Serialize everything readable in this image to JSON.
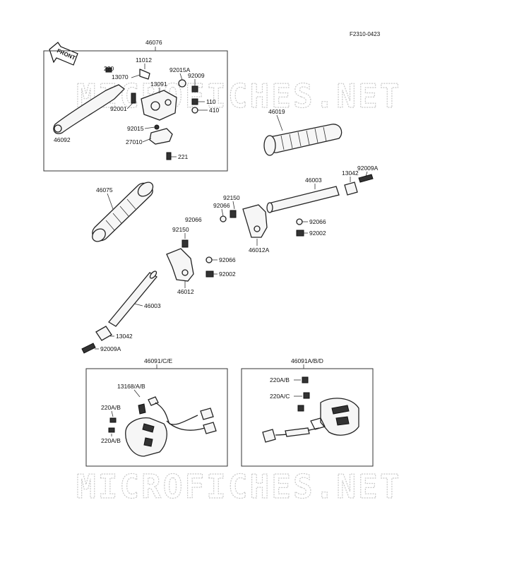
{
  "diagram": {
    "figure_code": "F2310-0423",
    "direction_label": "FRONT",
    "watermark_text": "MICROFICHES.NET",
    "part_labels": {
      "lever_assy": "46076",
      "p11012": "11012",
      "p220": "220",
      "p13070": "13070",
      "p92015A": "92015A",
      "p92009": "92009",
      "p13091": "13091",
      "p110": "110",
      "p410": "410",
      "p92001": "92001",
      "p92015": "92015",
      "p27010": "27010",
      "p221": "221",
      "p46092": "46092",
      "grip_right": "46019",
      "p13042_top": "13042",
      "p92009A_top": "92009A",
      "p46003_top": "46003",
      "p92150_top": "92150",
      "p92066_top": "92066",
      "p92066_topright": "92066",
      "p92002_top": "92002",
      "p46012A": "46012A",
      "grip_left": "46075",
      "p92066_mid": "92066",
      "p92150_mid": "92150",
      "p92066_midright": "92066",
      "p92002_mid": "92002",
      "p46012": "46012",
      "p46003_bottom": "46003",
      "p13042_bottom": "13042",
      "p92009A_bottom": "92009A",
      "switch_left": "46091/C/E",
      "p13168": "13168/A/B",
      "p220AB_left": "220A/B",
      "p220AB_left2": "220A/B",
      "switch_right": "46091A/B/D",
      "p220AB_right": "220A/B",
      "p220AC_right": "220A/C"
    }
  }
}
